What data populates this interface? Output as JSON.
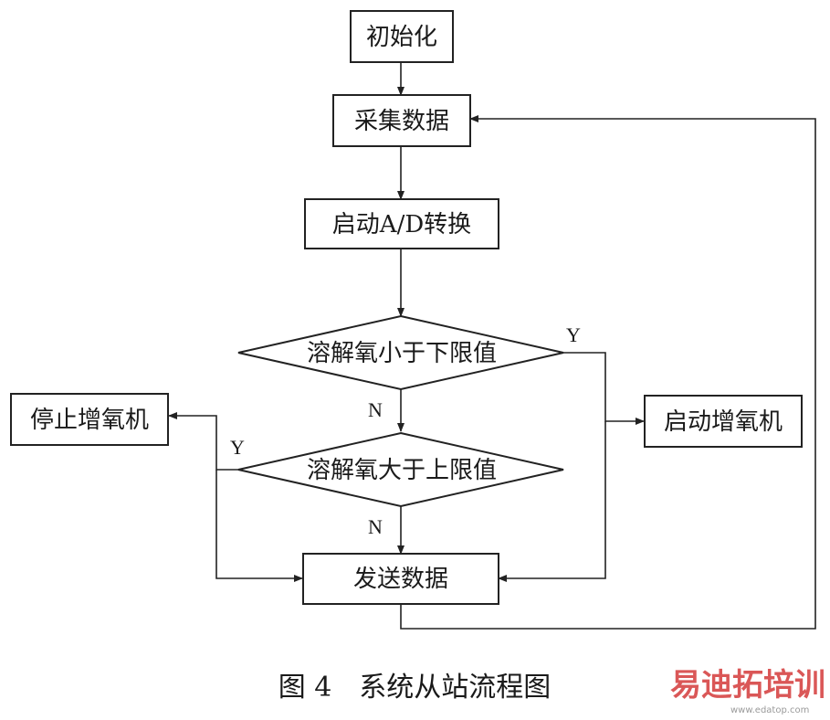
{
  "nodes": {
    "init": "初始化",
    "collect": "采集数据",
    "start_ad": "启动A/D转换",
    "check_low": "溶解氧小于下限值",
    "check_high": "溶解氧大于上限值",
    "start_aerator": "启动增氧机",
    "stop_aerator": "停止增氧机",
    "send": "发送数据"
  },
  "branch_labels": {
    "low_yes": "Y",
    "low_no": "N",
    "high_yes": "Y",
    "high_no": "N"
  },
  "caption": "图 4　系统从站流程图",
  "watermark": {
    "brand": "易迪拓培训",
    "url": "www.edatop.com"
  }
}
